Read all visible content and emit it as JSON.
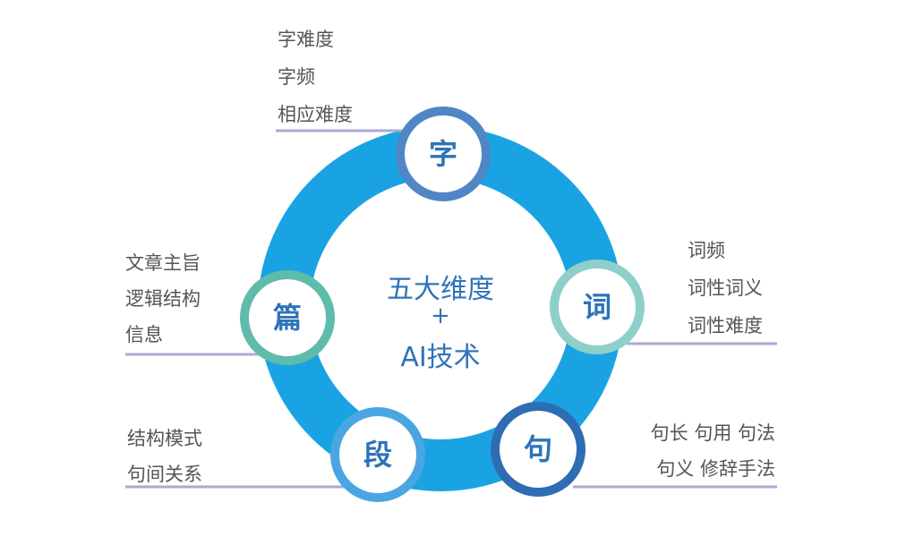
{
  "center": {
    "line1": "五大维度",
    "line2": "+",
    "line3": "AI技术"
  },
  "nodes": {
    "zi": {
      "label": "字",
      "ring_color": "#4f86c6"
    },
    "ci": {
      "label": "词",
      "ring_color": "#8fcfca"
    },
    "ju": {
      "label": "句",
      "ring_color": "#2e6db4"
    },
    "duan": {
      "label": "段",
      "ring_color": "#4aa6e0"
    },
    "pian": {
      "label": "篇",
      "ring_color": "#5fbcaa"
    }
  },
  "labels": {
    "zi": [
      "字难度",
      "字频",
      "相应难度"
    ],
    "ci": [
      "词频",
      "词性词义",
      "词性难度"
    ],
    "ju": [
      "句长  句用  句法",
      "句义  修辞手法"
    ],
    "duan": [
      "结构模式",
      "句间关系"
    ],
    "pian": [
      "文章主旨",
      "逻辑结构",
      "信息"
    ]
  },
  "colors": {
    "ring": "#1aa3e3",
    "text": "#555555",
    "accent": "#2e73b8",
    "rule": "#a9abd4"
  }
}
